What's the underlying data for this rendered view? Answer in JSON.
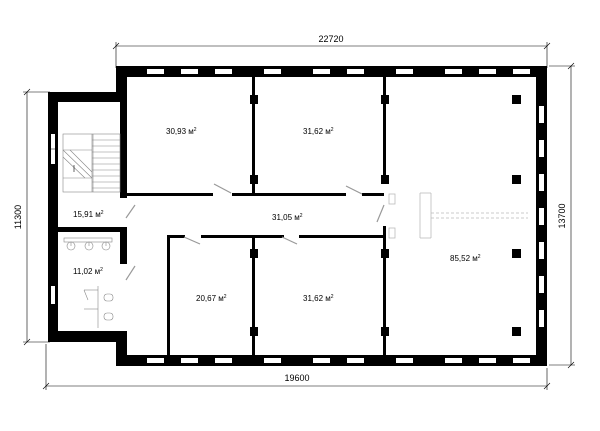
{
  "dimensions": {
    "top": "22720",
    "right": "13700",
    "left": "11300",
    "bottom": "19600"
  },
  "rooms": {
    "room_top_left": {
      "area": "30,93 м",
      "sup": "2"
    },
    "room_top_mid": {
      "area": "31,62 м",
      "sup": "2"
    },
    "corridor": {
      "area": "31,05 м",
      "sup": "2"
    },
    "hall_large": {
      "area": "85,52 м",
      "sup": "2"
    },
    "stair_room": {
      "area": "15,91 м",
      "sup": "2"
    },
    "wc_room": {
      "area": "11,02 м",
      "sup": "2"
    },
    "room_bottom_left": {
      "area": "20,67 м",
      "sup": "2"
    },
    "room_bottom_mid": {
      "area": "31,62 м",
      "sup": "2"
    }
  }
}
